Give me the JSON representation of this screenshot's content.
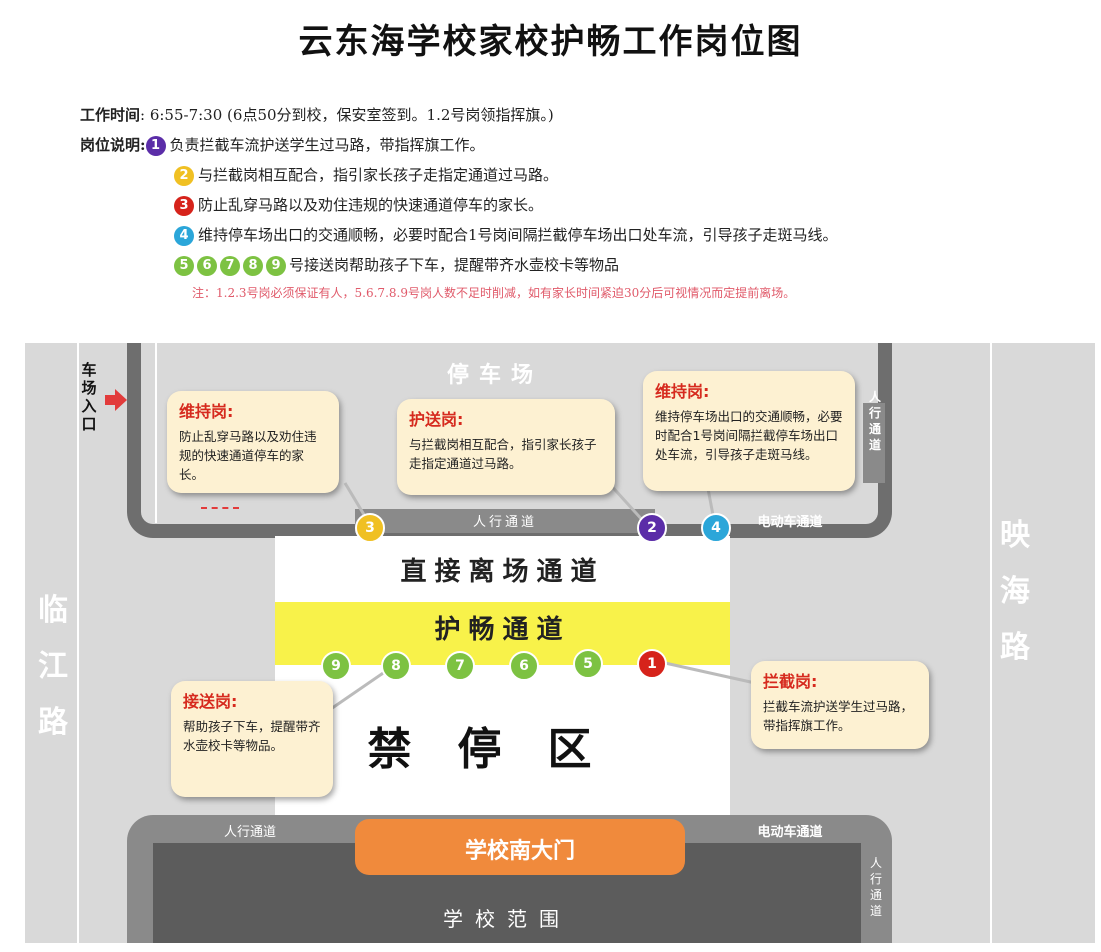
{
  "title": "云东海学校家校护畅工作岗位图",
  "legend": {
    "time_label": "工作时间",
    "time_text": ": 6:55-7:30 (6点50分到校，保安室签到。1.2号岗领指挥旗。)",
    "desc_label": "岗位说明:",
    "items": [
      {
        "num": "1",
        "color": "#5b2da8",
        "text": "负责拦截车流护送学生过马路，带指挥旗工作。"
      },
      {
        "num": "2",
        "color": "#f0c023",
        "text": "与拦截岗相互配合，指引家长孩子走指定通道过马路。"
      },
      {
        "num": "3",
        "color": "#d6231b",
        "text": "防止乱穿马路以及劝住违规的快速通道停车的家长。"
      },
      {
        "num": "4",
        "color": "#2ba6d9",
        "text": "维持停车场出口的交通顺畅，必要时配合1号岗间隔拦截停车场出口处车流，引导孩子走斑马线。"
      }
    ],
    "multi_nums": [
      "5",
      "6",
      "7",
      "8",
      "9"
    ],
    "multi_color": "#7dc242",
    "multi_text": "号接送岗帮助孩子下车，提醒带齐水壶校卡等物品",
    "note": "注：1.2.3号岗必须保证有人，5.6.7.8.9号岗人数不足时削减，如有家长时间紧迫30分后可视情况而定提前离场。"
  },
  "map": {
    "parking_lot": "停车场",
    "lot_entrance": "车场入口",
    "walkway_top": "人行通道",
    "ebike_lane_top": "电动车通道",
    "walkway_right": "人行通道",
    "exit_lane": "直接离场通道",
    "guard_lane": "护畅通道",
    "no_parking": "禁停区",
    "left_road": "临江路",
    "right_road": "映海路",
    "walkway_bottom": "人行通道",
    "ebike_lane_bottom": "电动车通道",
    "school_gate": "学校南大门",
    "school_area": "学校范围",
    "walkway_bottom_right": "人行通道"
  },
  "callouts": {
    "c3": {
      "title": "维持岗:",
      "text": "防止乱穿马路以及劝住违规的快速通道停车的家长。"
    },
    "c2": {
      "title": "护送岗:",
      "text": "与拦截岗相互配合，指引家长孩子走指定通道过马路。"
    },
    "c4": {
      "title": "维持岗:",
      "text": "维持停车场出口的交通顺畅，必要时配合1号岗间隔拦截停车场出口处车流，引导孩子走斑马线。"
    },
    "c5": {
      "title": "接送岗:",
      "text": "帮助孩子下车，提醒带齐水壶校卡等物品。"
    },
    "c1": {
      "title": "拦截岗:",
      "text": "拦截车流护送学生过马路，带指挥旗工作。"
    }
  },
  "markers": {
    "m1": {
      "num": "1",
      "color": "#d6231b"
    },
    "m2": {
      "num": "2",
      "color": "#5b2da8"
    },
    "m3": {
      "num": "3",
      "color": "#f0c023"
    },
    "m4": {
      "num": "4",
      "color": "#2ba6d9"
    },
    "m5": {
      "num": "5",
      "color": "#7dc242"
    },
    "m6": {
      "num": "6",
      "color": "#7dc242"
    },
    "m7": {
      "num": "7",
      "color": "#7dc242"
    },
    "m8": {
      "num": "8",
      "color": "#7dc242"
    },
    "m9": {
      "num": "9",
      "color": "#7dc242"
    }
  },
  "colors": {
    "road_gray": "#d9d9d9",
    "frame_gray": "#6e6e6e",
    "guard_yellow": "#f8f24a",
    "gate_orange": "#f08a3c",
    "callout_bg": "#fdf1d2",
    "callout_title": "#d62a1e"
  }
}
